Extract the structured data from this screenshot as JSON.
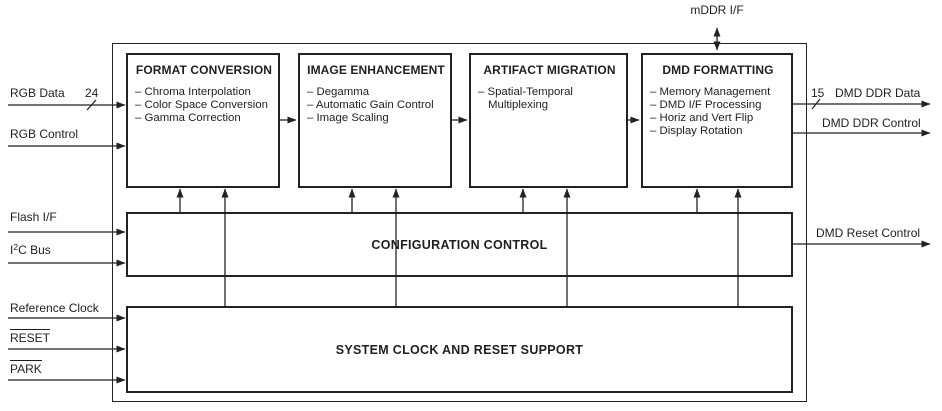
{
  "blocks": [
    {
      "title": "FORMAT CONVERSION",
      "items": [
        "– Chroma Interpolation",
        "– Color Space Conversion",
        "– Gamma Correction"
      ]
    },
    {
      "title": "IMAGE ENHANCEMENT",
      "items": [
        "– Degamma",
        "– Automatic Gain Control",
        "– Image Scaling"
      ]
    },
    {
      "title": "ARTIFACT MIGRATION",
      "items": [
        "– Spatial-Temporal Multiplexing"
      ]
    },
    {
      "title": "DMD FORMATTING",
      "items": [
        "– Memory Management",
        "– DMD I/F Processing",
        "– Horiz and Vert Flip",
        "– Display Rotation"
      ]
    }
  ],
  "config_bar": {
    "title": "CONFIGURATION CONTROL"
  },
  "system_bar": {
    "title": "SYSTEM CLOCK AND RESET SUPPORT"
  },
  "inputs": {
    "rgb_data": {
      "label": "RGB Data",
      "bus_width": "24"
    },
    "rgb_control": {
      "label": "RGB Control"
    },
    "flash_if": {
      "label": "Flash I/F"
    },
    "i2c_bus": {
      "pre": "I",
      "sup": "2",
      "post": "C Bus"
    },
    "reference_clock": {
      "label": "Reference Clock"
    },
    "reset": {
      "label": "RESET"
    },
    "park": {
      "label": "PARK"
    }
  },
  "outputs": {
    "dmd_ddr_data": {
      "label": "DMD DDR Data",
      "bus_width": "15"
    },
    "dmd_ddr_control": {
      "label": "DMD DDR Control"
    },
    "dmd_reset_control": {
      "label": "DMD Reset Control"
    }
  },
  "top_interface": {
    "label": "mDDR I/F"
  },
  "colors": {
    "line": "#222222",
    "background": "#ffffff",
    "text": "#1f1f1f"
  }
}
